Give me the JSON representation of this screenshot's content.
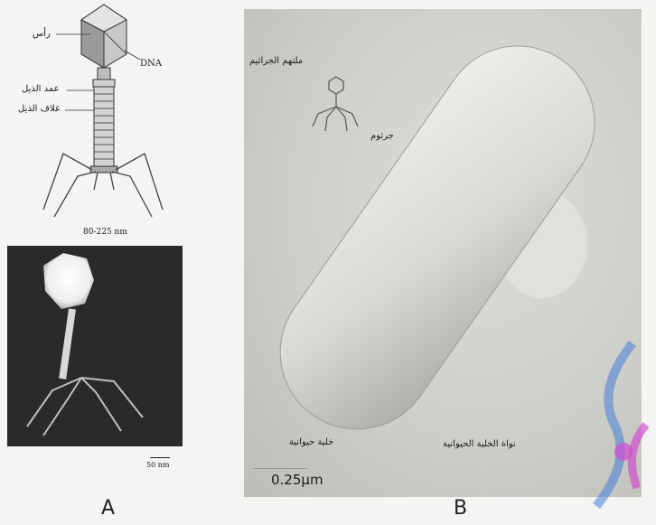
{
  "panelA": {
    "letter": "A",
    "labels": {
      "head": "رأس",
      "dna": "DNA",
      "tail_core": "عمد الذيل",
      "tail_sheath": "غلاف الذيل",
      "size_range": "80-225 nm",
      "scale_bar": "50 nm"
    }
  },
  "panelB": {
    "letter": "B",
    "labels": {
      "phage": "ملتهم الجراثيم",
      "bacterium": "جرثوم",
      "animal_cell": "خلية حيوانية",
      "animal_nucleus": "نواة الخلية الحيوانية",
      "scale_bar": "0.25µm"
    }
  },
  "colors": {
    "background": "#f4f4f2",
    "micrograph_bg": "#2a2a2a",
    "bacterium_fill": "#d8d8d4",
    "accent_blue": "#3a78d8",
    "accent_magenta": "#d23ad2"
  }
}
